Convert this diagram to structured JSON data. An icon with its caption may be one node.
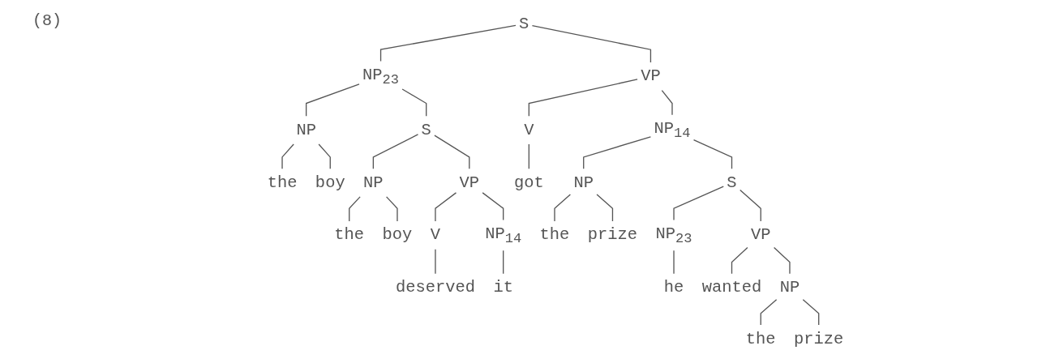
{
  "diagram": {
    "nodes": [
      {
        "text": [
          "S"
        ]
      },
      {
        "text": [
          "NP$_{23}$"
        ]
      },
      {
        "text": [
          "VP"
        ]
      },
      {
        "text": [
          "NP"
        ]
      },
      {
        "text": [
          "S"
        ]
      },
      {
        "text": [
          "V"
        ]
      },
      {
        "text": [
          "NP$_{14}$"
        ]
      },
      {
        "text": [
          "the"
        ]
      },
      {
        "text": [
          "boy"
        ]
      },
      {
        "text": [
          "NP"
        ]
      },
      {
        "text": [
          "VP"
        ]
      },
      {
        "text": [
          "got"
        ]
      },
      {
        "text": [
          "NP"
        ]
      },
      {
        "text": [
          "S"
        ]
      },
      {
        "text": [
          "the"
        ]
      },
      {
        "text": [
          "boy"
        ]
      },
      {
        "text": [
          "V"
        ]
      },
      {
        "text": [
          "NP$_{14}$"
        ]
      },
      {
        "text": [
          "the"
        ]
      },
      {
        "text": [
          "prize"
        ]
      },
      {
        "text": [
          "NP$_{23}$"
        ]
      },
      {
        "text": [
          "VP"
        ]
      },
      {
        "text": [
          "deserved"
        ]
      },
      {
        "text": [
          "it"
        ]
      },
      {
        "text": [
          "he"
        ]
      },
      {
        "text": [
          "wanted"
        ]
      },
      {
        "text": [
          "NP"
        ]
      },
      {
        "text": [
          "the"
        ]
      },
      {
        "text": [
          "prize"
        ]
      }
    ],
    "edges": [
      {
        "from": 0,
        "to": 1,
        "arrow": "none"
      },
      {
        "from": 0,
        "to": 2,
        "arrow": "none"
      },
      {
        "from": 1,
        "to": 3,
        "arrow": "none"
      },
      {
        "from": 1,
        "to": 4,
        "arrow": "none"
      },
      {
        "from": 2,
        "to": 5,
        "arrow": "none"
      },
      {
        "from": 2,
        "to": 6,
        "arrow": "none"
      },
      {
        "from": 3,
        "to": 7,
        "arrow": "none"
      },
      {
        "from": 3,
        "to": 8,
        "arrow": "none"
      },
      {
        "from": 4,
        "to": 9,
        "arrow": "none"
      },
      {
        "from": 4,
        "to": 10,
        "arrow": "none"
      },
      {
        "from": 5,
        "to": 11,
        "arrow": "none"
      },
      {
        "from": 6,
        "to": 12,
        "arrow": "none"
      },
      {
        "from": 6,
        "to": 13,
        "arrow": "none"
      },
      {
        "from": 9,
        "to": 14,
        "arrow": "none"
      },
      {
        "from": 9,
        "to": 15,
        "arrow": "none"
      },
      {
        "from": 10,
        "to": 16,
        "arrow": "none"
      },
      {
        "from": 10,
        "to": 17,
        "arrow": "none"
      },
      {
        "from": 12,
        "to": 18,
        "arrow": "none"
      },
      {
        "from": 12,
        "to": 19,
        "arrow": "none"
      },
      {
        "from": 13,
        "to": 20,
        "arrow": "none"
      },
      {
        "from": 13,
        "to": 21,
        "arrow": "none"
      },
      {
        "from": 16,
        "to": 22,
        "arrow": "none"
      },
      {
        "from": 17,
        "to": 23,
        "arrow": "none"
      },
      {
        "from": 20,
        "to": 24,
        "arrow": "none"
      },
      {
        "from": 21,
        "to": 25,
        "arrow": "none"
      },
      {
        "from": 21,
        "to": 26,
        "arrow": "none"
      },
      {
        "from": 26,
        "to": 27,
        "arrow": "none"
      },
      {
        "from": 26,
        "to": 28,
        "arrow": "none"
      }
    ],
    "labels": [
      "(8)"
    ]
  }
}
